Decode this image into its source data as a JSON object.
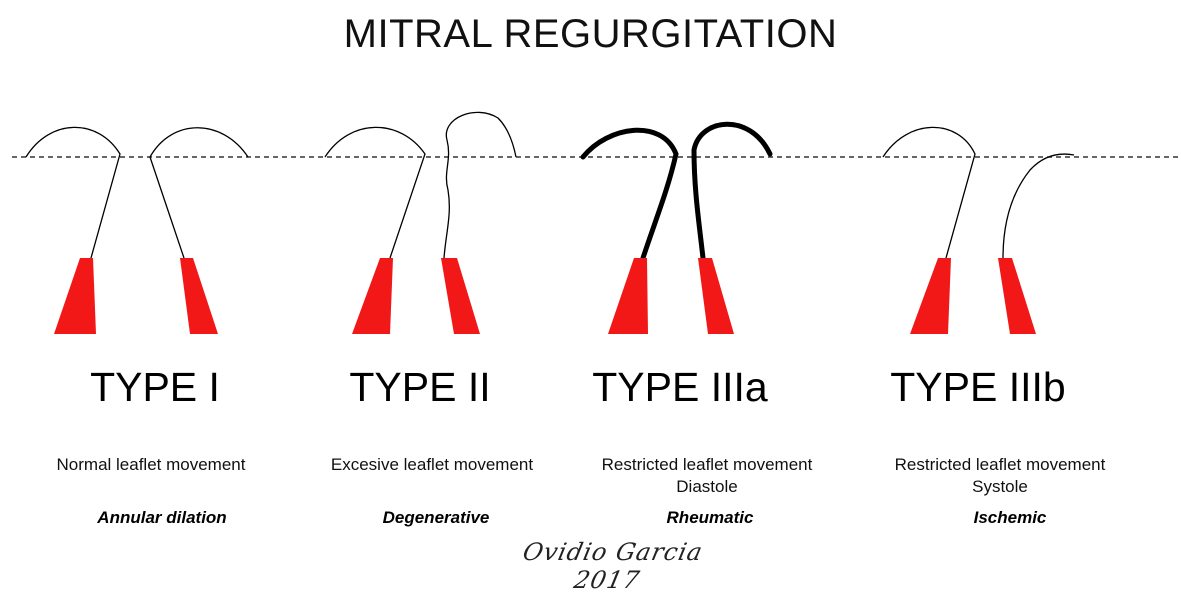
{
  "title": "MITRAL REGURGITATION",
  "colors": {
    "muscle": "#f21818",
    "line": "#000000",
    "reference_line": "#333333"
  },
  "panels": [
    {
      "type": "TYPE I",
      "description": "Normal leaflet movement",
      "phase": "",
      "etiology": "Annular dilation"
    },
    {
      "type": "TYPE II",
      "description": "Excesive leaflet movement",
      "phase": "",
      "etiology": "Degenerative"
    },
    {
      "type": "TYPE IIIa",
      "description": "Restricted leaflet movement",
      "phase": "Diastole",
      "etiology": "Rheumatic"
    },
    {
      "type": "TYPE IIIb",
      "description": "Restricted leaflet movement",
      "phase": "Systole",
      "etiology": "Ischemic"
    }
  ],
  "signature": "Ovidio Garcia 2017"
}
